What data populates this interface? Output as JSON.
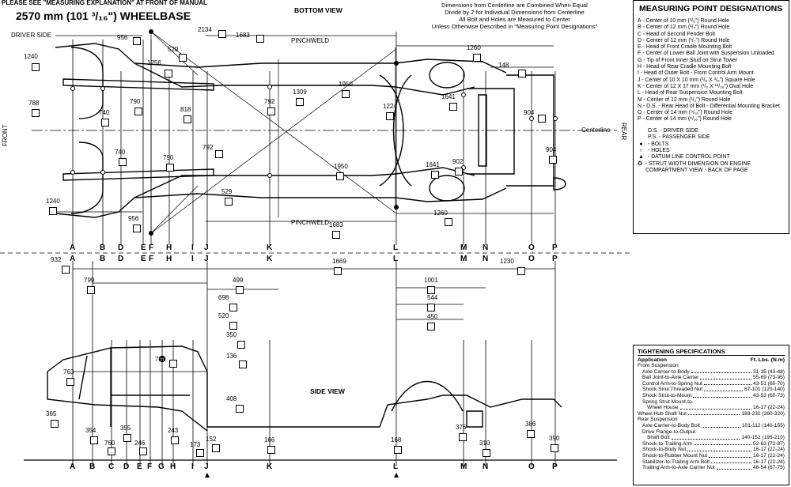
{
  "header": {
    "note_top": "PLEASE SEE \"MEASURING EXPLANATION\" AT FRONT OF MANUAL",
    "wheelbase": "2570 mm (101 ³/₁₆\") WHEELBASE",
    "driver_side": "DRIVER SIDE",
    "bottom_view": "BOTTOM VIEW",
    "side_view": "SIDE VIEW",
    "front": "FRONT",
    "rear": "REAR",
    "centerline": "Centerline",
    "pinchweld": "PINCHWELD",
    "dimension_note": [
      "Dimensions from Centerline are Combined When Equal",
      "Divide by 2 for Individual Dimensions from Centerline",
      "All Bolt and Holes are Measured to Center",
      "Unless Otherwise Described in \"Measuring Point Designations\""
    ]
  },
  "reference_letters": [
    "A",
    "B",
    "D",
    "E",
    "F",
    "H",
    "I",
    "J",
    "K",
    "L",
    "M",
    "N",
    "O",
    "P"
  ],
  "side_letters": [
    "A",
    "B",
    "C",
    "D",
    "E",
    "F",
    "G",
    "H",
    "I",
    "J",
    "K",
    "L",
    "M",
    "N",
    "O",
    "P"
  ],
  "bottom_dims": {
    "d2134": "2134",
    "d956a": "956",
    "d1683a": "1683",
    "d1260a": "1260",
    "d529a": "529",
    "d1256": "1256",
    "d1240a": "1240",
    "d148": "148",
    "d788": "788",
    "d740a": "740",
    "d790a": "790",
    "d818": "818",
    "d792a": "792",
    "d1309": "1309",
    "d1950a": "1950",
    "d1224": "1224",
    "d1641a": "1641",
    "d904a": "904",
    "d740b": "740",
    "d790b": "790",
    "d792b": "792",
    "d904b": "904",
    "d902": "902",
    "d1641b": "1641",
    "d1950b": "1950",
    "d529b": "529",
    "d1240b": "1240",
    "d1260b": "1260",
    "d956b": "956",
    "d1683b": "1683"
  },
  "side_dims": {
    "d932": "932",
    "d1669": "1669",
    "d1230": "1230",
    "d799": "799",
    "d499": "499",
    "d1001": "1001",
    "d698": "698",
    "d544": "544",
    "d520": "520",
    "d450": "450",
    "d350": "350",
    "d788": "788",
    "d136": "136",
    "d763": "763",
    "d408": "408",
    "d365": "365",
    "d354": "354",
    "d355": "355",
    "d243": "243",
    "d760": "760",
    "d246": "246",
    "d173": "173",
    "d152": "152",
    "d166": "166",
    "d168": "168",
    "d376": "376",
    "d310": "310",
    "d386": "386",
    "d390": "390"
  },
  "measuring_points": {
    "title": "MEASURING POINT DESIGNATIONS",
    "items": [
      "A - Center of 10 mm (³/₈\") Round Hole",
      "B - Center of 12 mm (¹/₂\") Round Hole",
      "C - Head of Second Fender Bolt",
      "D - Center of 12 mm (¹/₂\") Round Hole",
      "E - Head of Front Cradle Mounting Bolt",
      "F - Center of Lower Ball Joint with Suspension Unloaded",
      "G - Tip of Front Inner Stud on Strut Tower",
      "H - Head of Rear Cradle Mounting Bolt",
      "I - Head of Outer Bolt - Front Control Arm Mount",
      "J - Center of 10 X 10 mm (³/₈ X ³/₈\") Square Hole",
      "K - Center of 12 X 17 mm (¹/₂ X ¹¹/₁₆\") Oval Hole",
      "L - Head of Rear Suspension Mounting Bolt",
      "M - Center of 12 mm (¹/₂\") Round Hole",
      "N - D.S. - Rear Head of Bolt - Differential Mounting Bracket",
      "O - Center of 14 mm (⁹/₁₆\") Round Hole",
      "P - Center of 14 mm (⁹/₁₆\") Round Hole"
    ],
    "legend": [
      {
        "symbol": "",
        "text": "D.S. - DRIVER SIDE"
      },
      {
        "symbol": "",
        "text": "P.S. - PASSENGER SIDE"
      },
      {
        "symbol": "●",
        "text": "- BOLTS"
      },
      {
        "symbol": "○",
        "text": "- HOLES"
      },
      {
        "symbol": "▲",
        "text": "- DATUM LINE CONTROL POINT"
      },
      {
        "symbol": "✪",
        "text": "- STRUT WIDTH DIMENSION ON ENGINE COMPARTMENT VIEW - BACK OF PAGE"
      }
    ]
  },
  "tightening": {
    "title": "TIGHTENING SPECIFICATIONS",
    "col_app": "Application",
    "col_val": "Ft. Lbs. (N.m)",
    "groups": [
      {
        "name": "Front Suspension",
        "rows": [
          [
            "Axle Carrier-to-Body",
            "31-35 (43-48)"
          ],
          [
            "Ball Joint-to-Axle Carrier",
            "55-69 (73-95)"
          ],
          [
            "Control Arm-to-Spring Nut",
            "43-51 (60-70)"
          ],
          [
            "Shock Strut Threaded Nut",
            "87-101 (120-140)"
          ],
          [
            "Shock Strut-to-Mount",
            "43-53 (60-73)"
          ],
          [
            "Spring Strut Mount-to-",
            ""
          ],
          [
            "Wheel House",
            "16-17 (22-24)"
          ]
        ]
      },
      {
        "name": "",
        "rows": [
          [
            "Wheel Hub Shaft Nut",
            "188-231 (260-320)"
          ]
        ]
      },
      {
        "name": "Rear Suspension",
        "rows": [
          [
            "Axle Carrier-to-Body Bolt",
            "101-112 (140-155)"
          ],
          [
            "Drive Flange-to-Output",
            ""
          ],
          [
            "Shaft Bolt",
            "140-152 (195-210)"
          ],
          [
            "Shock-to-Trailing Arm",
            "52-63 (72-87)"
          ],
          [
            "Shock-to-Body Nut",
            "16-17 (22-24)"
          ],
          [
            "Shock-to-Rubber Mount Nut",
            "16-17 (22-24)"
          ],
          [
            "Stabilizer-to-Trailing Arm Bolt",
            "16-17 (22-24)"
          ],
          [
            "Trailing Arm-to-Axle Carrier Nut",
            "48-54 (67-75)"
          ]
        ]
      }
    ]
  }
}
